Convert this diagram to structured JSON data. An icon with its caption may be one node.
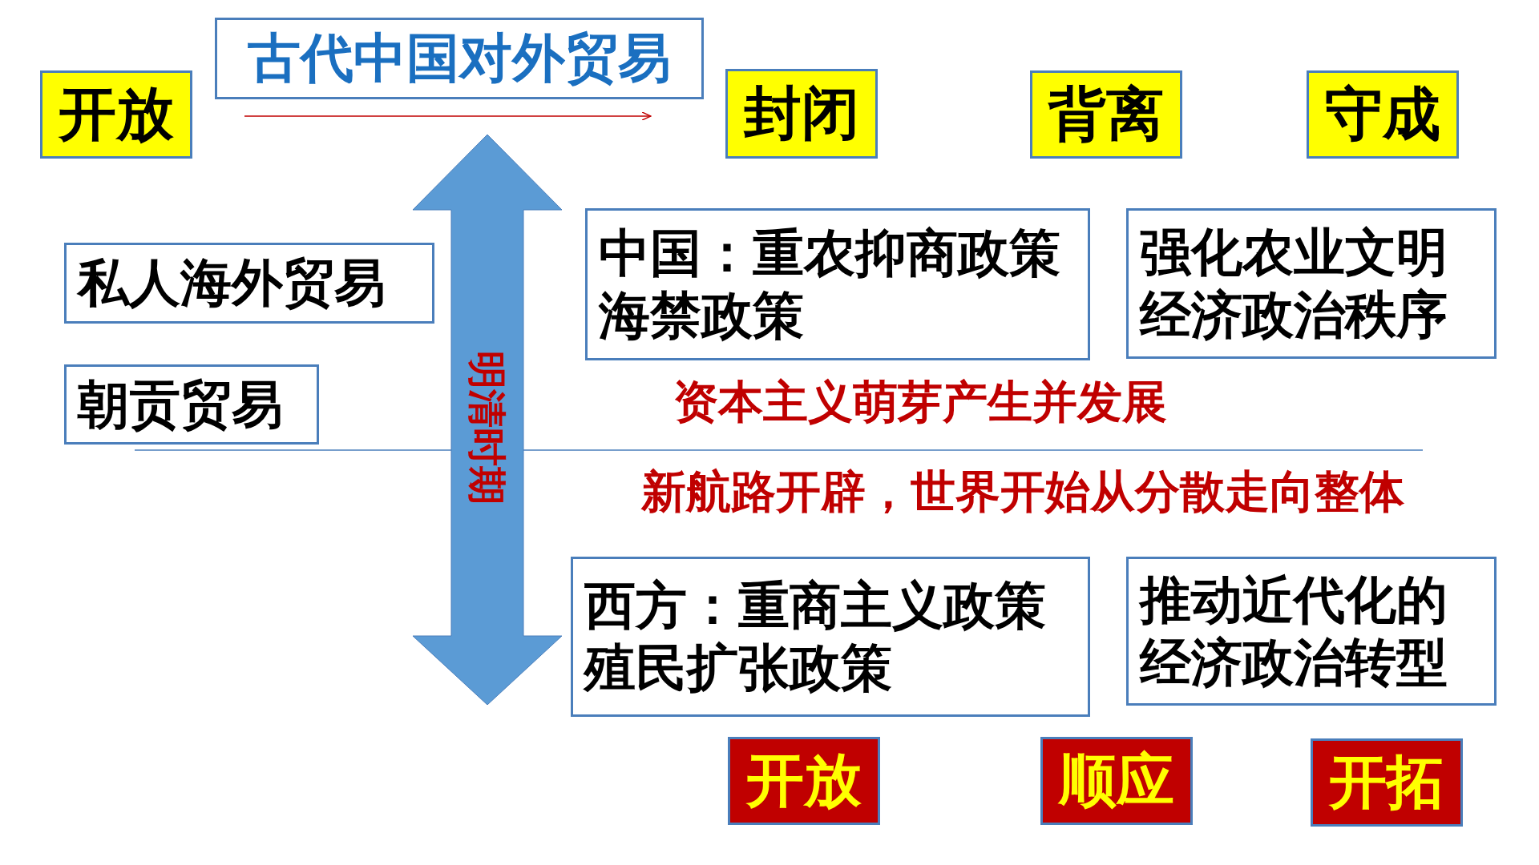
{
  "diagram": {
    "title": "古代中国对外贸易",
    "nodes": [
      {
        "text": [
          "开放"
        ]
      },
      {
        "text": [
          "封闭"
        ]
      },
      {
        "text": [
          "背离"
        ]
      },
      {
        "text": [
          "守成"
        ]
      },
      {
        "text": [
          "私人海外贸易"
        ]
      },
      {
        "text": [
          "朝贡贸易"
        ]
      },
      {
        "text": [
          "明清时期"
        ]
      },
      {
        "text": [
          "中国：重农抑商政策",
          "海禁政策"
        ]
      },
      {
        "text": [
          "强化农业文明经济政治秩序"
        ]
      },
      {
        "text": [
          "西方：重商主义政策",
          "殖民扩张政策"
        ]
      },
      {
        "text": [
          "推动近代化的经济政治转型"
        ]
      },
      {
        "text": [
          "开放"
        ]
      },
      {
        "text": [
          "顺应"
        ]
      },
      {
        "text": [
          "开拓"
        ]
      }
    ],
    "edges": [],
    "labels": [
      "资本主义萌芽产生并发展",
      "新航路开辟，世界开始从分散走向整体"
    ]
  }
}
